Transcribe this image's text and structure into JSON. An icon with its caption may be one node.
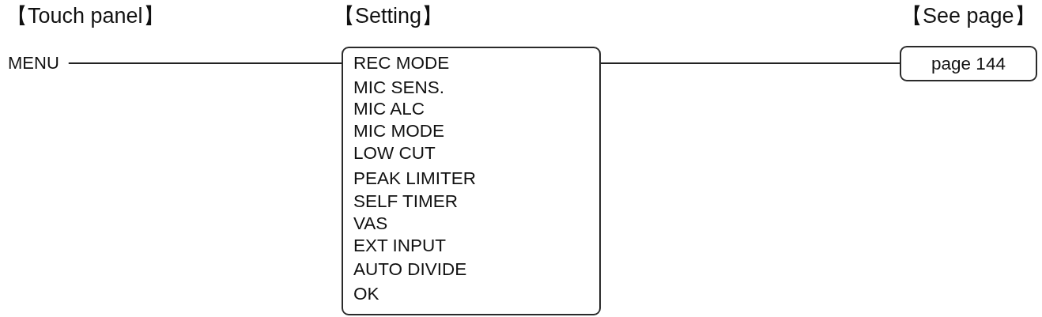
{
  "diagram": {
    "nodes": [
      {
        "text": [
          "MENU"
        ]
      },
      {
        "text": [
          "REC MODE",
          "MIC SENS.",
          "MIC ALC",
          "MIC MODE",
          "LOW CUT",
          "PEAK LIMITER",
          "SELF TIMER",
          "VAS",
          "EXT INPUT",
          "AUTO DIVIDE",
          "OK"
        ]
      },
      {
        "text": [
          "page 144"
        ]
      }
    ],
    "edges": [
      {
        "from": 0,
        "to": 1,
        "arrow": "none"
      },
      {
        "from": 1,
        "to": 2,
        "arrow": "none"
      }
    ],
    "labels": [
      "【Touch panel】",
      "【Setting】",
      "【See page】"
    ]
  }
}
